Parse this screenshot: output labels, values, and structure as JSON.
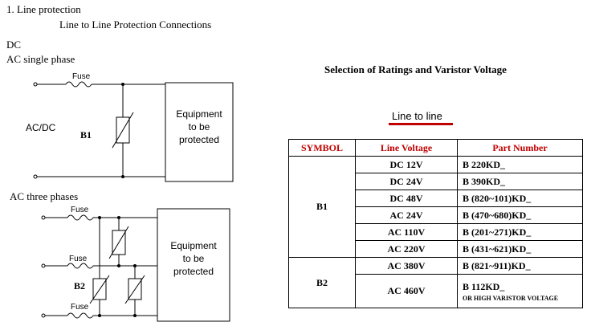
{
  "headings": {
    "h1": "1. Line protection",
    "h2": "Line to Line Protection Connections",
    "h3": "DC",
    "h4": "AC single phase",
    "h5": "AC three phases"
  },
  "diagram1": {
    "fuse": "Fuse",
    "source": "AC/DC",
    "varistor": "B1",
    "equipment_lines": [
      "Equipment",
      "to be",
      "protected"
    ]
  },
  "diagram2": {
    "fuses": [
      "Fuse",
      "Fuse",
      "Fuse"
    ],
    "varistor": "B2",
    "equipment_lines": [
      "Equipment",
      "to be",
      "protected"
    ]
  },
  "right": {
    "title": "Selection of Ratings and Varistor Voltage",
    "subtitle": "Line to line",
    "accent": "#c00000"
  },
  "table": {
    "headers": [
      "SYMBOL",
      "Line Voltage",
      "Part Number"
    ],
    "groups": [
      {
        "symbol": "B1",
        "rows": [
          {
            "voltage": "DC 12V",
            "part": "B 220KD_"
          },
          {
            "voltage": "DC 24V",
            "part": "B 390KD_"
          },
          {
            "voltage": "DC 48V",
            "part": "B (820~101)KD_"
          },
          {
            "voltage": "AC 24V",
            "part": "B (470~680)KD_"
          },
          {
            "voltage": "AC 110V",
            "part": "B (201~271)KD_"
          },
          {
            "voltage": "AC 220V",
            "part": "B (431~621)KD_"
          }
        ]
      },
      {
        "symbol": "B2",
        "rows": [
          {
            "voltage": "AC 380V",
            "part": "B (821~911)KD_"
          },
          {
            "voltage": "AC 460V",
            "part": "B 112KD_",
            "note": "OR HIGH VARISTOR VOLTAGE"
          }
        ]
      }
    ]
  }
}
